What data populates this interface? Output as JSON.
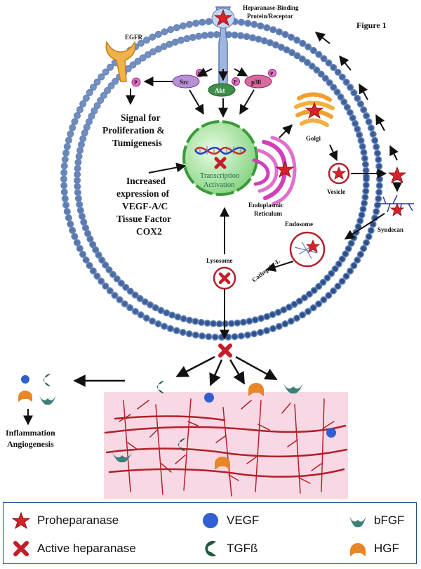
{
  "figure": {
    "title": "Figure 1",
    "receptor": {
      "line1": "Heparanase-Binding",
      "line2": "Protein/Receptor"
    },
    "egfr": "EGFR",
    "kinases": [
      "Src",
      "Akt",
      "p38"
    ],
    "phospho_label": "P",
    "signal": {
      "line1": "Signal for",
      "line2": "Proliferation &",
      "line3": "Tumigenesis"
    },
    "nucleus": {
      "line1": "Transcription",
      "line2": "Activation"
    },
    "expression": {
      "line1": "Increased",
      "line2": "expression of",
      "line3": "VEGF-A/C",
      "line4": "Tissue Factor",
      "line5": "COX2"
    },
    "golgi": "Golgi",
    "er": {
      "line1": "Endoplasmic",
      "line2": "Reticulum"
    },
    "vesicle": "Vesicle",
    "syndecan": "Syndecan",
    "endosome": "Endosome",
    "cathepsin": "Cathepsin-L",
    "lysosome": "Lysosome",
    "outcome": {
      "line1": "Inflammation",
      "line2": "Angiogenesis"
    }
  },
  "legend": {
    "proheparanase": "Proheparanase",
    "active_heparanase": "Active heparanase",
    "vegf": "VEGF",
    "tgfb": "TGFß",
    "bfgf": "bFGF",
    "hgf": "HGF"
  },
  "colors": {
    "membrane_blue": "#4a6ea8",
    "star_red": "#d8222a",
    "vegf_blue": "#2f5fd0",
    "tgfb_green": "#1f5a3a",
    "bfgf_teal": "#3f7f7a",
    "hgf_orange": "#e8862a",
    "ecm_pink": "#f8d8e4",
    "fiber_red": "#b3202a",
    "nucleus_green": "#a8e6a0",
    "golgi_orange": "#f0a030",
    "er_magenta": "#d040b8"
  }
}
